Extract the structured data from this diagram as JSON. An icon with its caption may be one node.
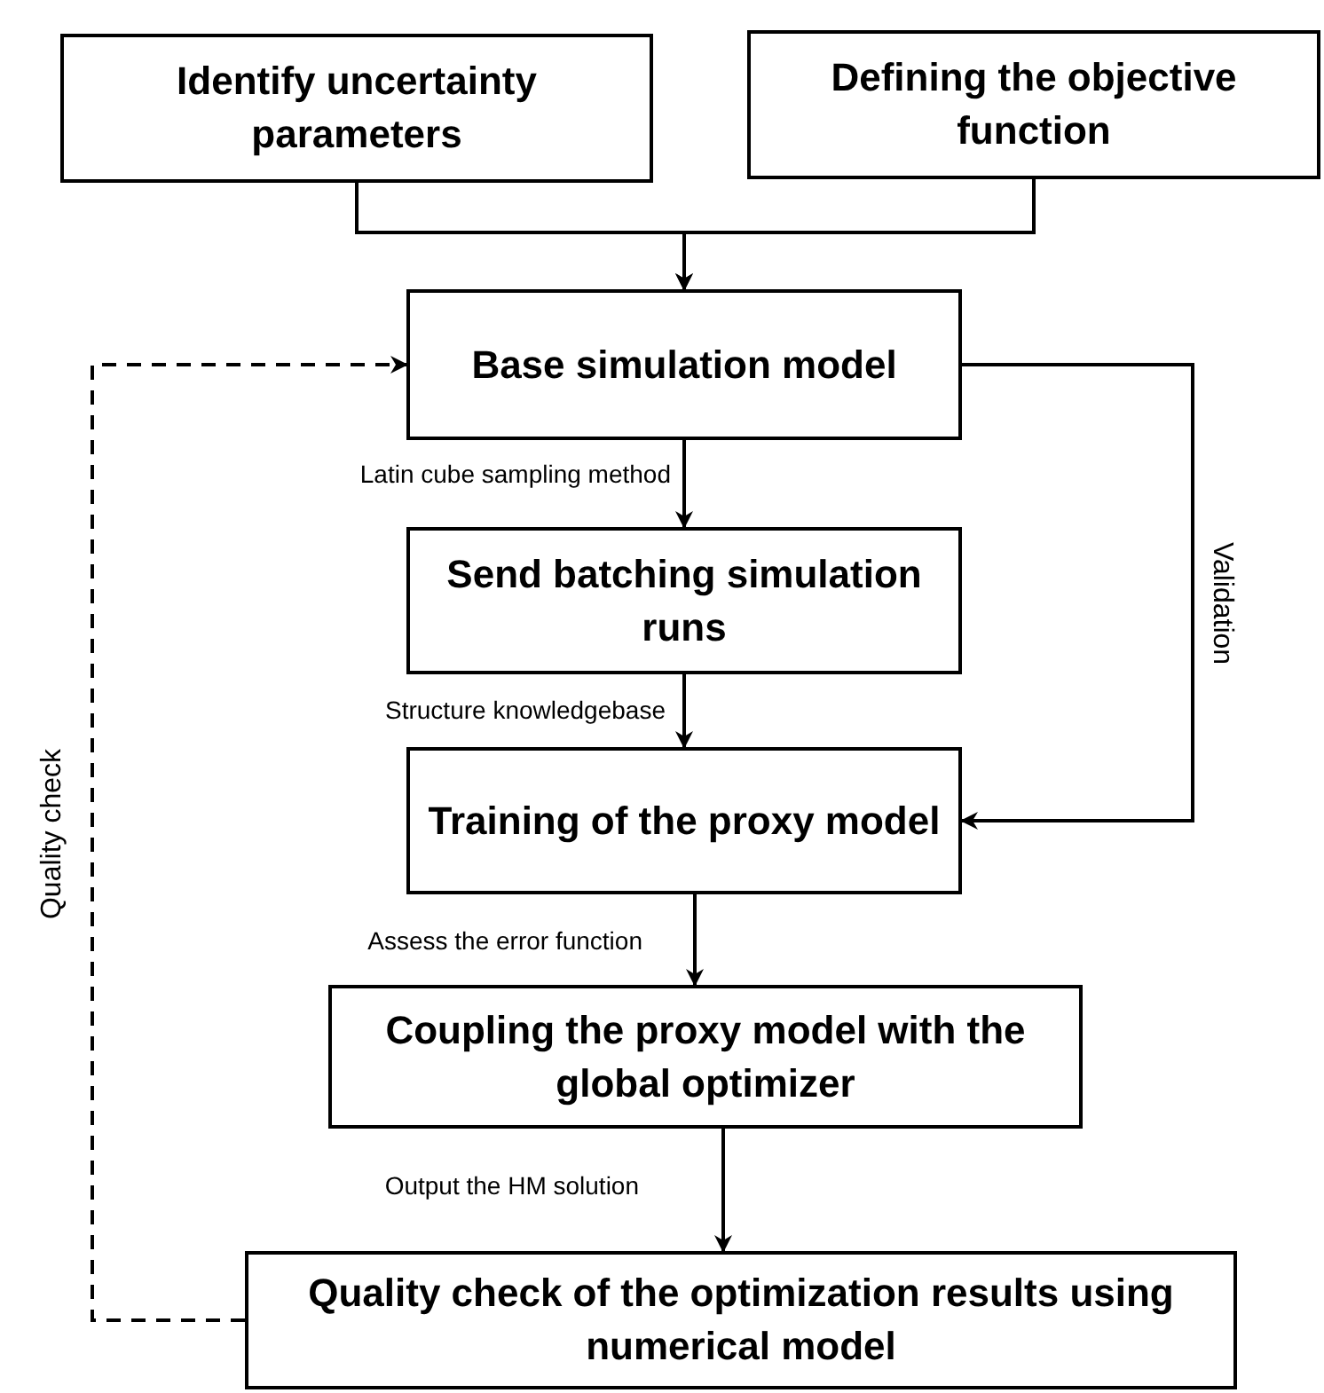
{
  "diagram": {
    "nodes": [
      {
        "text": [
          "Identify uncertainty parameters"
        ]
      },
      {
        "text": [
          "Defining the objective function"
        ]
      },
      {
        "text": [
          "Base simulation model"
        ]
      },
      {
        "text": [
          "Send batching simulation runs"
        ]
      },
      {
        "text": [
          "Training of the proxy model"
        ]
      },
      {
        "text": [
          "Coupling the proxy model with the global optimizer"
        ]
      },
      {
        "text": [
          "Quality check of the optimization results using numerical model"
        ]
      }
    ],
    "edges": [
      {
        "from": 0,
        "to": 2,
        "arrow": "to"
      },
      {
        "from": 1,
        "to": 2,
        "arrow": "to"
      },
      {
        "from": 2,
        "to": 3,
        "arrow": "to",
        "label": "Latin cube sampling method"
      },
      {
        "from": 3,
        "to": 4,
        "arrow": "to",
        "label": "Structure knowledgebase"
      },
      {
        "from": 4,
        "to": 5,
        "arrow": "to",
        "label": "Assess the error function"
      },
      {
        "from": 5,
        "to": 6,
        "arrow": "to",
        "label": "Output the HM solution"
      },
      {
        "from": 2,
        "to": 4,
        "arrow": "to",
        "label": "Validation"
      },
      {
        "from": 6,
        "to": 2,
        "arrow": "to",
        "label": "Quality check",
        "style": "dashed"
      }
    ]
  }
}
